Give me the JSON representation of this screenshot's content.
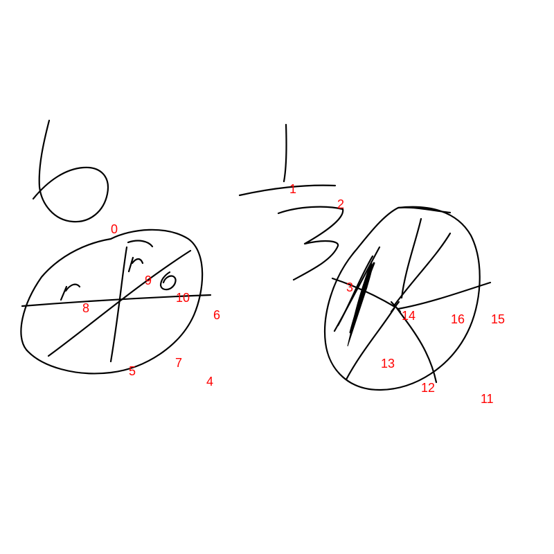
{
  "label_color": "#ff0000",
  "ink_color": "#000000",
  "labels": [
    "0",
    "1",
    "2",
    "3",
    "4",
    "5",
    "6",
    "7",
    "8",
    "9",
    "10",
    "11",
    "12",
    "13",
    "14",
    "15",
    "16"
  ]
}
